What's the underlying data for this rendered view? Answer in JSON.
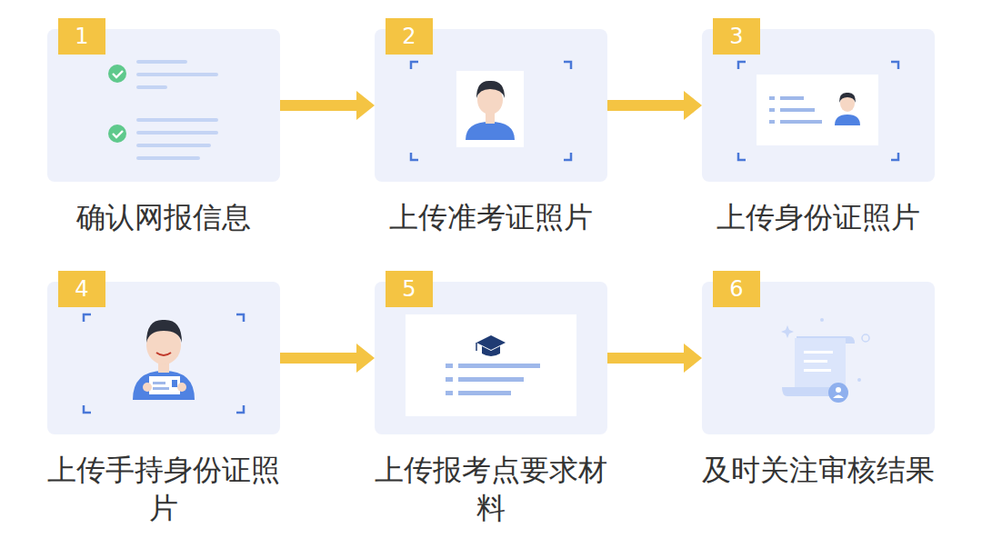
{
  "diagram": {
    "nodes": [
      {
        "text": [
          "1",
          "确认网报信息"
        ]
      },
      {
        "text": [
          "2",
          "上传准考证照片"
        ]
      },
      {
        "text": [
          "3",
          "上传身份证照片"
        ]
      },
      {
        "text": [
          "4",
          "上传手持身份证照片"
        ]
      },
      {
        "text": [
          "5",
          "上传报考点要求材料"
        ]
      },
      {
        "text": [
          "6",
          "及时关注审核结果"
        ]
      }
    ],
    "edges": [
      {
        "from": 0,
        "to": 1,
        "arrow": "to"
      },
      {
        "from": 1,
        "to": 2,
        "arrow": "to"
      },
      {
        "from": 3,
        "to": 4,
        "arrow": "to"
      },
      {
        "from": 4,
        "to": 5,
        "arrow": "to"
      }
    ]
  }
}
